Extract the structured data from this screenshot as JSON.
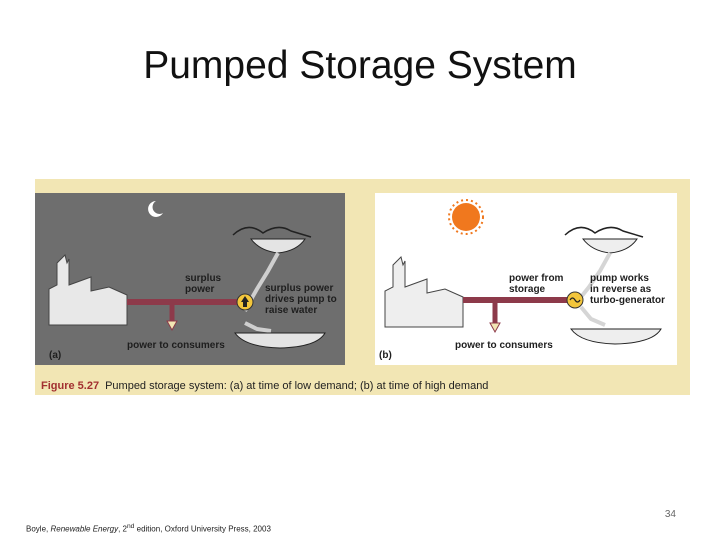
{
  "slide": {
    "title": "Pumped Storage System",
    "page_number": "34"
  },
  "figure": {
    "caption_label": "Figure 5.27",
    "caption_text": "Pumped storage system: (a) at time of low demand; (b) at time of high demand",
    "panel_a": {
      "tag": "(a)",
      "surplus_power_line1": "surplus",
      "surplus_power_line2": "power",
      "pump_line1": "surplus power",
      "pump_line2": "drives pump to",
      "pump_line3": "raise water",
      "consumers": "power to consumers"
    },
    "panel_b": {
      "tag": "(b)",
      "storage_line1": "power from",
      "storage_line2": "storage",
      "turbine_line1": "pump works",
      "turbine_line2": "in reverse as",
      "turbine_line3": "turbo-generator",
      "consumers": "power to consumers"
    }
  },
  "citation": {
    "author": "Boyle, ",
    "book": "Renewable Energy",
    "edition_pre": ", 2",
    "edition_sup": "nd",
    "rest": " edition, Oxford University Press, 2003"
  },
  "colors": {
    "night_bg": "#6e6e6e",
    "day_bg": "#ffffff",
    "figure_bg": "#f2e6b4",
    "power_line": "#8d3a4a",
    "sun": "#f0781e",
    "pump": "#f3c63c"
  }
}
